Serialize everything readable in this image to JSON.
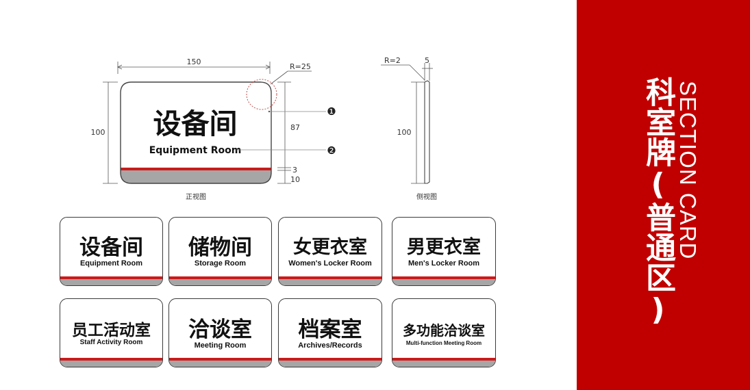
{
  "drawing": {
    "front_width": "150",
    "front_height": "100",
    "corner_radius": "R=25",
    "inner_height": "87",
    "stripe_height": "3",
    "base_height": "10",
    "callout_1": "❶",
    "callout_2": "❷",
    "front_view_label": "正视图",
    "side_view_label": "侧视图",
    "side_radius": "R=2",
    "side_thickness": "5",
    "side_height": "100",
    "sample_cn": "设备间",
    "sample_en": "Equipment Room"
  },
  "signs": [
    {
      "cn": "设备间",
      "en": "Equipment Room"
    },
    {
      "cn": "储物间",
      "en": "Storage Room"
    },
    {
      "cn": "女更衣室",
      "en": "Women's Locker Room"
    },
    {
      "cn": "男更衣室",
      "en": "Men's Locker Room"
    },
    {
      "cn": "员工活动室",
      "en": "Staff Activity Room"
    },
    {
      "cn": "洽谈室",
      "en": "Meeting Room"
    },
    {
      "cn": "档案室",
      "en": "Archives/Records"
    },
    {
      "cn": "多功能洽谈室",
      "en": "Multi-function Meeting Room"
    }
  ],
  "panel": {
    "title_en": "SECTION CARD",
    "title_cn": "科室牌(普通区)"
  },
  "colors": {
    "accent_red": "#c00000",
    "stripe_red": "#cc1a1a",
    "base_grey": "#a6a6a6"
  }
}
